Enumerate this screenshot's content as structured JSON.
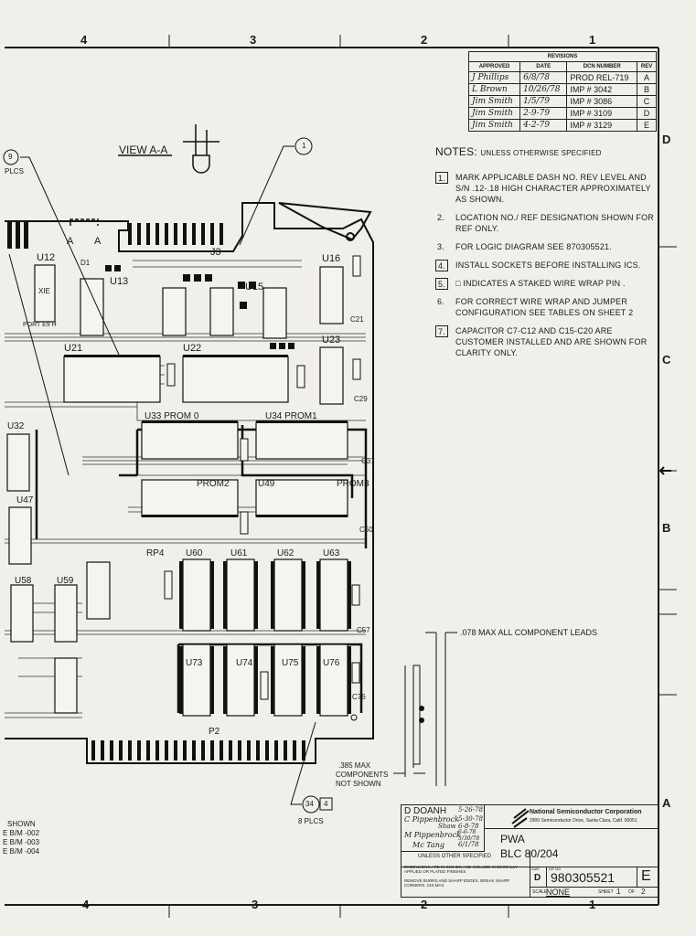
{
  "zones_top": [
    "4",
    "3",
    "2",
    "1"
  ],
  "zones_bottom": [
    "4",
    "3",
    "2",
    "1"
  ],
  "zones_right": [
    "D",
    "C",
    "B",
    "A"
  ],
  "revisions": {
    "title": "REVISIONS",
    "headers": [
      "APPROVED",
      "DATE",
      "DCN NUMBER",
      "REV"
    ],
    "rows": [
      {
        "approved": "J Phillips",
        "date": "6/8/78",
        "dcn": "PROD REL-719",
        "rev": "A"
      },
      {
        "approved": "L Brown",
        "date": "10/26/78",
        "dcn": "IMP # 3042",
        "rev": "B"
      },
      {
        "approved": "Jim Smith",
        "date": "1/5/79",
        "dcn": "IMP # 3086",
        "rev": "C"
      },
      {
        "approved": "Jim Smith",
        "date": "2-9-79",
        "dcn": "IMP # 3109",
        "rev": "D"
      },
      {
        "approved": "Jim Smith",
        "date": "4-2-79",
        "dcn": "IMP # 3129",
        "rev": "E"
      }
    ]
  },
  "notes": {
    "title_main": "NOTES:",
    "title_sub": "UNLESS OTHERWISE SPECIFIED",
    "items": [
      {
        "num": "1.",
        "boxed": true,
        "text": "MARK APPLICABLE DASH NO. REV LEVEL AND S/N .12-.18 HIGH CHARACTER APPROXIMATELY AS SHOWN."
      },
      {
        "num": "2.",
        "boxed": false,
        "text": "LOCATION NO./ REF DESIGNATION SHOWN FOR REF ONLY."
      },
      {
        "num": "3.",
        "boxed": false,
        "text": "FOR LOGIC DIAGRAM SEE 870305521."
      },
      {
        "num": "4.",
        "boxed": true,
        "text": "INSTALL SOCKETS BEFORE INSTALLING ICS."
      },
      {
        "num": "5.",
        "boxed": true,
        "text": "□ INDICATES A STAKED WIRE WRAP PIN ."
      },
      {
        "num": "6.",
        "boxed": false,
        "text": "FOR CORRECT WIRE WRAP AND JUMPER CONFIGURATION SEE TABLES ON SHEET 2"
      },
      {
        "num": "7.",
        "boxed": true,
        "text": "CAPACITOR C7-C12 AND C15-C20 ARE CUSTOMER INSTALLED AND ARE SHOWN FOR CLARITY ONLY."
      }
    ]
  },
  "view": {
    "label": "VIEW A-A",
    "balloon": "1",
    "section_a": "A"
  },
  "callouts": {
    "top_left_balloon": "9",
    "top_left_plcs": "PLCS",
    "bottom_balloon": "34",
    "bottom_box": "4",
    "bottom_plcs": "8 PLCS"
  },
  "dimensions": {
    "lead": ".078 MAX ALL COMPONENT LEADS",
    "height_value": ".385 MAX",
    "height_note1": "COMPONENTS",
    "height_note2": "NOT SHOWN"
  },
  "bom": {
    "shown": "SHOWN",
    "lines": [
      "E  B/M -002",
      "E  B/M -003",
      "E  B/M -004"
    ]
  },
  "board_labels": {
    "U12": "U12",
    "U13": "U13",
    "U15": "U15",
    "U16": "U16",
    "U21": "U21",
    "U22": "U22",
    "U23": "U23",
    "U33": "U33 PROM 0",
    "U34": "U34 PROM1",
    "PROM2": "PROM2",
    "U49": "U49",
    "PROM3": "PROM3",
    "RP4": "RP4",
    "U60": "U60",
    "U61": "U61",
    "U62": "U62",
    "U63": "U63",
    "U73": "U73",
    "U74": "U74",
    "U75": "U75",
    "U76": "U76",
    "U47": "U47",
    "U32": "U32",
    "U58": "U58",
    "U59": "U59",
    "J3": "J3",
    "P2": "P2",
    "D1": "D1",
    "C21": "C21",
    "C29": "C29",
    "C50": "C50",
    "C57": "C57",
    "C76": "C76",
    "C37": "C37",
    "XIE": "XIE",
    "PORT": "PORT E9 H"
  },
  "title_block": {
    "drawn_by": "D DOANH",
    "drawn_date": "5-26-78",
    "checked_by": "C Pippenbrock",
    "checked_date": "5-30-78",
    "mfg": "Shaw",
    "mfg_date": "6-8-78",
    "eng": "M Pippenbrock",
    "eng_date": "6-6-78 5/30/78",
    "approved": "Mc Tang",
    "approved_date": "6/1/78",
    "company": "National Semiconductor Corporation",
    "address": "2900 Semiconductor Drive, Santa Clara, Calif. 95051",
    "title1": "PWA",
    "title2": "BLC 80/204",
    "unless": "UNLESS OTHER SPECIFIED",
    "dim_note": "DIMENSIONS ARE IN INCHES AND INCLUDE CHEMICALLY APPLIED OR PLATED FINISHES",
    "burr_note": "REMOVE BURRS AND SHARP EDGES. BREAK SHARP CORNERS .015 MAX",
    "size_label": "SIZE",
    "size": "D",
    "dwg_label": "DR NO",
    "dwg_no": "980305521",
    "rev": "E",
    "scale_label": "SCALE",
    "scale": "NONE",
    "sheet_label": "SHEET",
    "sheet": "1",
    "of_label": "OF",
    "sheets": "2"
  }
}
